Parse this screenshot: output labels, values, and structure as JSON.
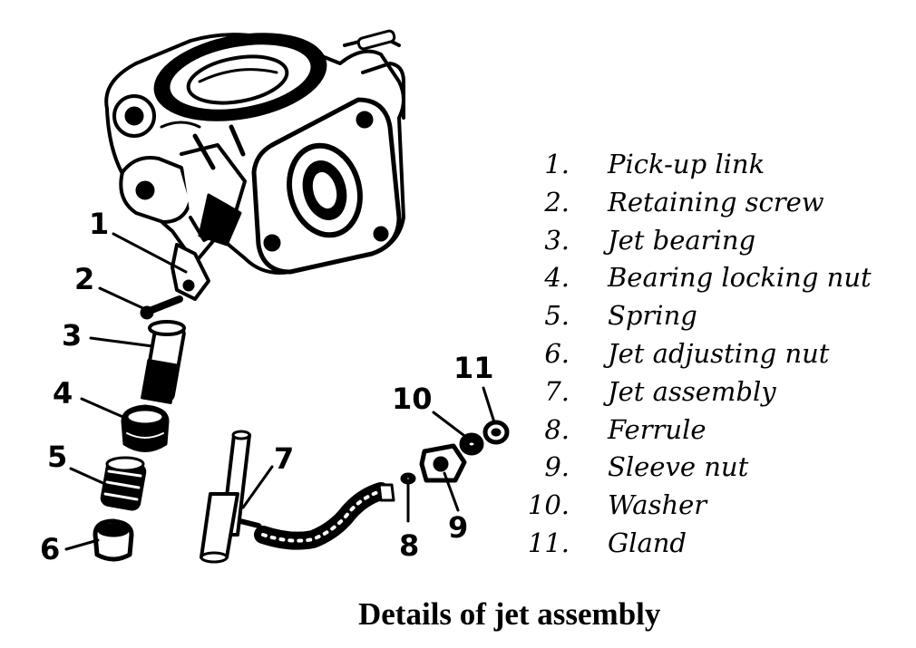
{
  "callouts": [
    "1",
    "2",
    "3",
    "4",
    "5",
    "6",
    "7",
    "8",
    "9",
    "10",
    "11"
  ],
  "legend": [
    {
      "num": "1.",
      "text": "Pick-up link"
    },
    {
      "num": "2.",
      "text": "Retaining screw"
    },
    {
      "num": "3.",
      "text": "Jet bearing"
    },
    {
      "num": "4.",
      "text": "Bearing locking nut"
    },
    {
      "num": "5.",
      "text": "Spring"
    },
    {
      "num": "6.",
      "text": "Jet adjusting nut"
    },
    {
      "num": "7.",
      "text": "Jet assembly"
    },
    {
      "num": "8.",
      "text": "Ferrule"
    },
    {
      "num": "9.",
      "text": "Sleeve nut"
    },
    {
      "num": "10.",
      "text": "Washer"
    },
    {
      "num": "11.",
      "text": "Gland"
    }
  ],
  "caption": "Details of jet assembly",
  "colors": {
    "ink": "#000000",
    "paper": "#ffffff"
  }
}
